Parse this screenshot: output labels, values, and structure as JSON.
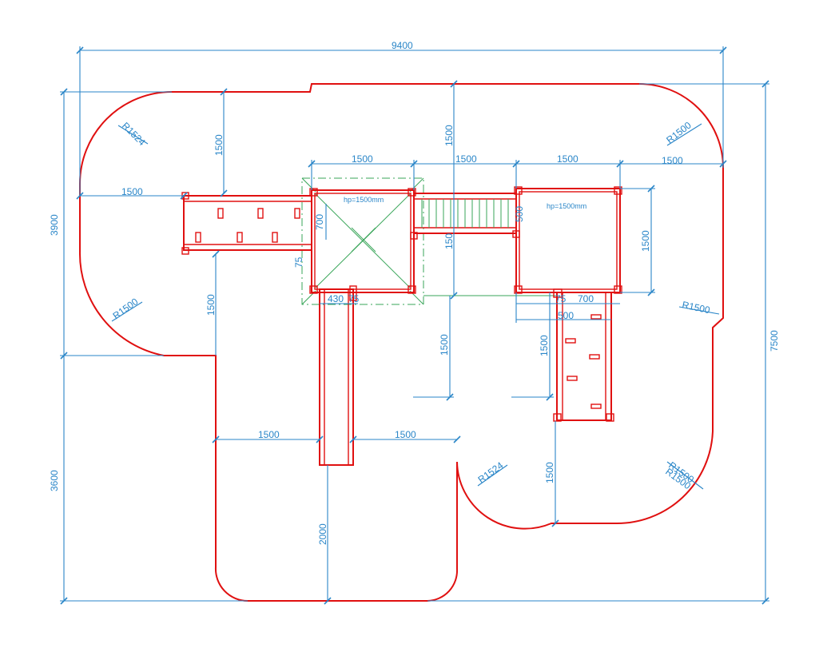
{
  "dimensions": {
    "overall_width": "9400",
    "overall_height": "7500",
    "left_upper_height": "3900",
    "left_lower_height": "3600",
    "left_top_vertical": "1500",
    "left_horizontal": "1500",
    "left_mid_vertical": "1500",
    "center_top_vertical": "1500",
    "platform1_width": "1500",
    "bridge_width": "1500",
    "platform2_width": "1500",
    "right_horizontal": "1500",
    "platform1_height_700": "700",
    "platform1_offset_75": "75",
    "bridge_150": "150",
    "bridge_500": "500",
    "platform2_height": "1500",
    "ladder_430": "430",
    "ladder_75": "75",
    "slide_75": "75",
    "slide_700": "700",
    "slide_500": "500",
    "center_lower_vertical": "1500",
    "slide_vertical": "1500",
    "bottom_left_horizontal": "1500",
    "bottom_right_horizontal": "1500",
    "bottom_vertical": "2000",
    "right_bottom_vertical": "1500"
  },
  "radii": {
    "top_left": "R1524",
    "top_right": "R1500",
    "mid_left": "R1500",
    "mid_right": "R1500",
    "bottom_center": "R1524",
    "bottom_right_a": "R1500",
    "bottom_right_b": "R1500"
  },
  "labels": {
    "platform1": "hp=1500mm",
    "platform2": "hp=1500mm"
  },
  "colors": {
    "outline": "#e01010",
    "dimension": "#2a86c8",
    "guide": "#3aa65a"
  }
}
